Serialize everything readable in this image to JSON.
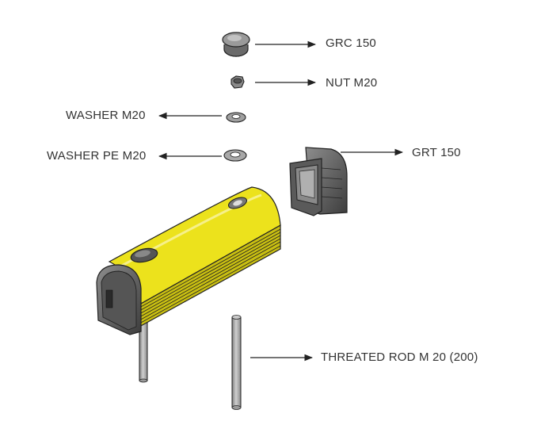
{
  "labels": {
    "grc": "GRC 150",
    "nut": "NUT M20",
    "washer": "WASHER M20",
    "washer_pe": "WASHER PE M20",
    "grt": "GRT 150",
    "rod": "THREATED ROD M 20 (200)"
  },
  "colors": {
    "body_yellow": "#ece21c",
    "cap_dark": "#4a4a4a",
    "line": "#222222",
    "metal": "#a8a8a8",
    "text": "#333333"
  }
}
